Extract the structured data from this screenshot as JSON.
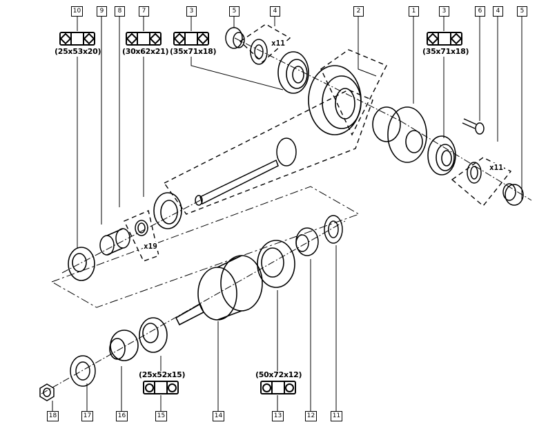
{
  "diagram": {
    "title": "Differential and final drive exploded view",
    "callouts": {
      "top": [
        "10",
        "9",
        "8",
        "7",
        "3",
        "5",
        "4",
        "2",
        "1",
        "3",
        "6",
        "4",
        "5"
      ],
      "bottom": [
        "18",
        "17",
        "16",
        "15",
        "14",
        "13",
        "12",
        "11"
      ]
    },
    "bearing_specs": {
      "p10": "(25x53x20)",
      "p7": "(30x62x21)",
      "p3_left": "(35x71x18)",
      "p3_right": "(35x71x18)",
      "p15": "(25x52x15)",
      "p13": "(50x72x12)"
    },
    "bearing_symbols": {
      "p10": "tapered-roller-bearing-icon",
      "p7": "tapered-roller-bearing-icon",
      "p3_left": "tapered-roller-bearing-icon",
      "p3_right": "tapered-roller-bearing-icon",
      "p15": "ball-bearing-icon",
      "p13": "ball-bearing-icon"
    },
    "quantities": {
      "shim_left": "x11",
      "shim_right": "x11",
      "shim_pinion": "x19"
    },
    "parts": [
      {
        "ref": "1",
        "name": "differential-case"
      },
      {
        "ref": "2",
        "name": "crown-wheel"
      },
      {
        "ref": "3",
        "name": "bearing"
      },
      {
        "ref": "4",
        "name": "shim"
      },
      {
        "ref": "5",
        "name": "adjusting-nut"
      },
      {
        "ref": "6",
        "name": "bolt"
      },
      {
        "ref": "7",
        "name": "pinion-bearing"
      },
      {
        "ref": "8",
        "name": "pinion-shim"
      },
      {
        "ref": "9",
        "name": "spacer"
      },
      {
        "ref": "10",
        "name": "pinion-rear-bearing"
      },
      {
        "ref": "11",
        "name": "washer"
      },
      {
        "ref": "12",
        "name": "synchro-ring"
      },
      {
        "ref": "13",
        "name": "ball-bearing"
      },
      {
        "ref": "14",
        "name": "gear-cluster"
      },
      {
        "ref": "15",
        "name": "ball-bearing"
      },
      {
        "ref": "16",
        "name": "hub"
      },
      {
        "ref": "17",
        "name": "retainer"
      },
      {
        "ref": "18",
        "name": "nut"
      }
    ]
  }
}
